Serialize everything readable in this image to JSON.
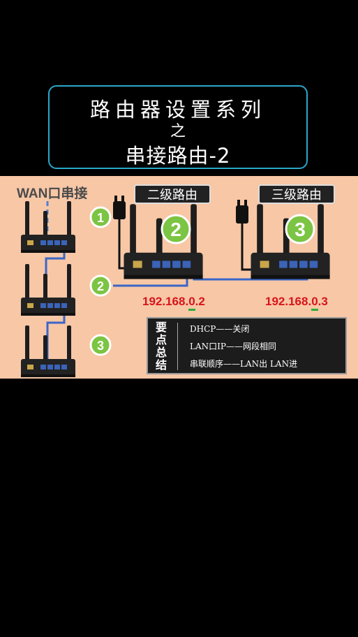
{
  "title": {
    "line1": "路由器设置系列",
    "line2": "之",
    "line3": "串接路由-2"
  },
  "diagram": {
    "wan_label": "WAN口串接",
    "left_numbers": [
      "1",
      "2",
      "3"
    ],
    "router2_label": "二级路由",
    "router3_label": "三级路由",
    "router2_number": "2",
    "router3_number": "3",
    "ip2": {
      "prefix": "192.168.",
      "underlined": "0",
      "suffix": ".2"
    },
    "ip3": {
      "prefix": "192.168.",
      "underlined": "0",
      "suffix": ".3"
    },
    "summary": {
      "title": "要点总结",
      "lines": [
        "DHCP——关闭",
        "LAN口IP——网段相同",
        "串联顺序——LAN出 LAN进"
      ]
    }
  },
  "colors": {
    "panel_bg": "#f7c7a6",
    "cable_blue": "#3a66c8",
    "number_green": "#7cc443",
    "ip_red": "#d8141c",
    "title_border": "#2aa7c9"
  }
}
